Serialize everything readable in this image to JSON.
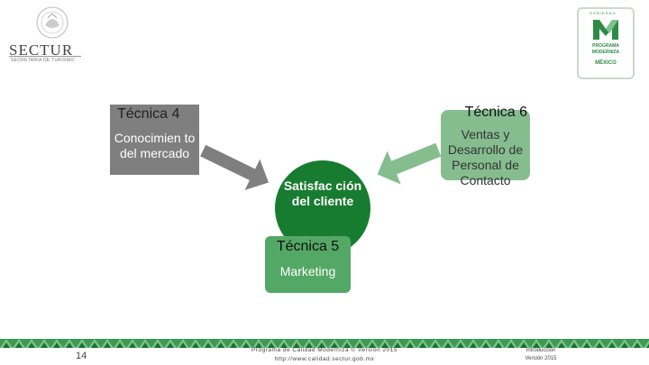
{
  "header": {
    "sectur_word": "SECTUR",
    "sectur_subtitle": "SECRETARÍA DE TURISMO",
    "program_logo": {
      "top_text": "GOBIERNO",
      "line1": "PROGRAMA",
      "line2": "MODERNIZA",
      "line3": "MÉXICO"
    }
  },
  "diagram": {
    "left_box": {
      "title": "Técnica 4",
      "text": "Conocimien to del mercado"
    },
    "right_box": {
      "title": "Técnica 6",
      "text": "Ventas y Desarrollo de Personal de Contacto"
    },
    "center": {
      "text": "Satisfac ción del cliente"
    },
    "bottom_box": {
      "title": "Técnica 5",
      "text": "Marketing"
    },
    "colors": {
      "grey_box": "#7f7f7f",
      "light_green": "#86bd8f",
      "dark_green": "#187c30",
      "mid_green": "#54a865"
    }
  },
  "footer": {
    "page_number": "14",
    "center_line1": "Programa de Calidad Moderniza © Versión 2015",
    "center_line2": "http://www.calidad.sectur.gob.mx",
    "right_line1": "Introducción",
    "right_line2": "Versión 2015"
  }
}
